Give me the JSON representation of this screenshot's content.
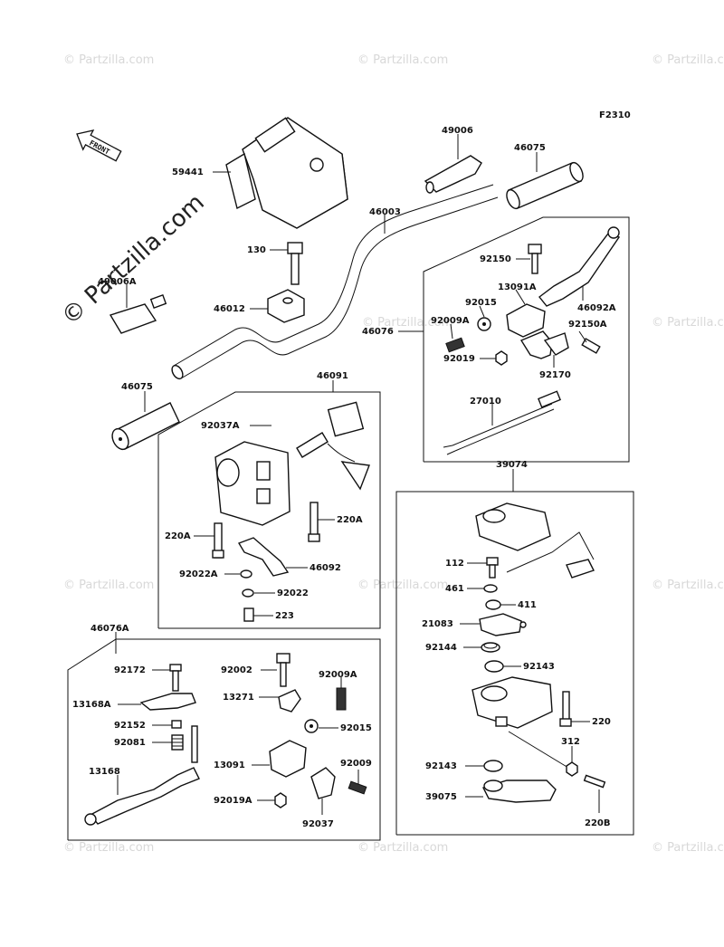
{
  "figure_code": "F2310",
  "front_label": "FRONT",
  "watermark_main": "© Partzilla.com",
  "watermark_small": "© Partzilla.com",
  "parts": {
    "p59441": "59441",
    "p49006": "49006",
    "p46075_top": "46075",
    "p46003": "46003",
    "p130": "130",
    "p49006A": "49006A",
    "p46012": "46012",
    "p46075_left": "46075",
    "p46091": "46091",
    "p92037A": "92037A",
    "p220A_left": "220A",
    "p220A_right": "220A",
    "p92022A": "92022A",
    "p46092": "46092",
    "p92022": "92022",
    "p223": "223",
    "p92150": "92150",
    "p13091A": "13091A",
    "p46092A": "46092A",
    "p92015_top": "92015",
    "p46076": "46076",
    "p92009A_top": "92009A",
    "p92150A": "92150A",
    "p92019_top": "92019",
    "p92170": "92170",
    "p27010": "27010",
    "p39074": "39074",
    "p112": "112",
    "p461": "461",
    "p411": "411",
    "p21083": "21083",
    "p92144": "92144",
    "p92143_top": "92143",
    "p220": "220",
    "p312": "312",
    "p92143_bot": "92143",
    "p39075": "39075",
    "p220B": "220B",
    "p46076A": "46076A",
    "p92172": "92172",
    "p13168A": "13168A",
    "p92152": "92152",
    "p92081": "92081",
    "p13168": "13168",
    "p92002": "92002",
    "p13271": "13271",
    "p92009A_bot": "92009A",
    "p92015_bot": "92015",
    "p13091": "13091",
    "p92009": "92009",
    "p92019A": "92019A",
    "p92037": "92037"
  }
}
